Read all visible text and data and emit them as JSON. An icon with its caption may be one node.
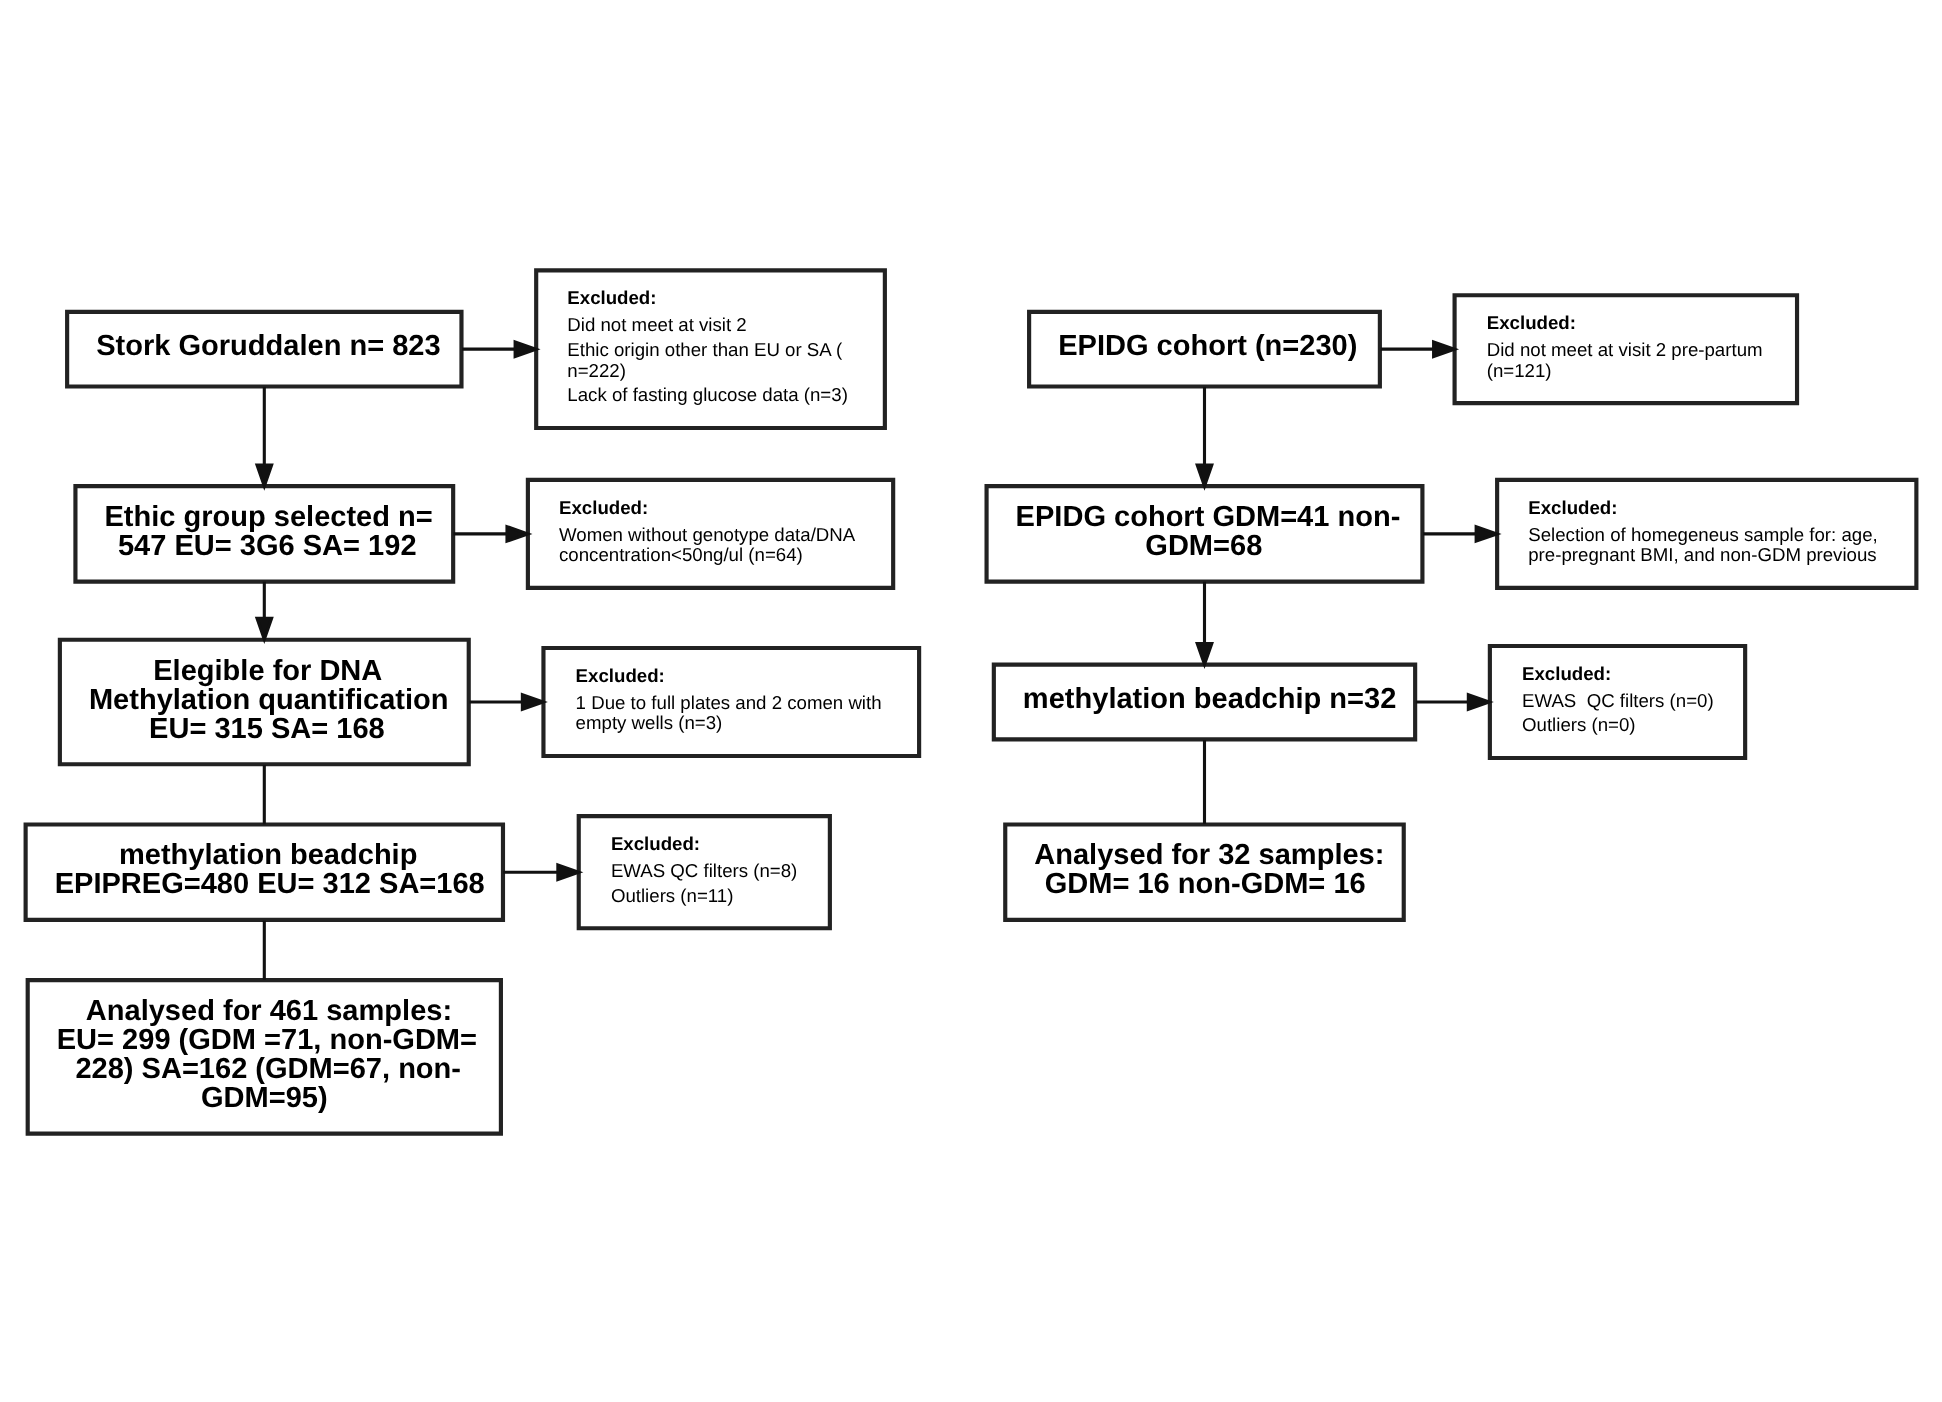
{
  "diagram": {
    "nodes": [
      {
        "text": [
          "Stork Goruddalen n= 823"
        ]
      },
      {
        "text": [
          "Excluded:",
          "Did not meet at visit 2",
          "Ethic origin other than EU or SA ( n=222)",
          "Lack of fasting glucose data (n=3)"
        ]
      },
      {
        "text": [
          "Ethic group selected n= 547 EU= 3G6 SA= 192"
        ]
      },
      {
        "text": [
          "Excluded:",
          "Women without genotype data/DNA concentration<50ng/ul (n=64)"
        ]
      },
      {
        "text": [
          "Elegible for DNA Methylation quantification EU= 315 SA= 168"
        ]
      },
      {
        "text": [
          "Excluded:",
          "1 Due to full plates and 2 comen with empty wells (n=3)"
        ]
      },
      {
        "text": [
          "methylation beadchip EPIPREG=480 EU= 312 SA=168"
        ]
      },
      {
        "text": [
          "Excluded:",
          "EWAS QC filters (n=8)",
          "Outliers (n=11)"
        ]
      },
      {
        "text": [
          "Analysed for 461 samples: EU= 299 (GDM =71, non-GDM= 228) SA=162 (GDM=67, non-GDM=95)"
        ]
      },
      {
        "text": [
          "EPIDG cohort (n=230)"
        ]
      },
      {
        "text": [
          "Excluded:",
          "Did not meet at visit 2 pre-partum (n=121)"
        ]
      },
      {
        "text": [
          "EPIDG cohort GDM=41 non-GDM=68"
        ]
      },
      {
        "text": [
          "Excluded:",
          "Selection of homegeneus sample for: age, pre-pregnant BMI, and non-GDM previous"
        ]
      },
      {
        "text": [
          "methylation beadchip n=32"
        ]
      },
      {
        "text": [
          "Excluded:",
          "EWAS  QC filters (n=0)",
          "Outliers (n=0)"
        ]
      },
      {
        "text": [
          "Analysed for 32 samples: GDM= 16 non-GDM= 16"
        ]
      }
    ],
    "edges": [
      {
        "from": 0,
        "to": 2,
        "arrow": "to"
      },
      {
        "from": 0,
        "to": 1,
        "arrow": "to"
      },
      {
        "from": 2,
        "to": 4,
        "arrow": "to"
      },
      {
        "from": 2,
        "to": 3,
        "arrow": "to"
      },
      {
        "from": 4,
        "to": 6,
        "arrow": "none"
      },
      {
        "from": 4,
        "to": 5,
        "arrow": "to"
      },
      {
        "from": 6,
        "to": 8,
        "arrow": "none"
      },
      {
        "from": 6,
        "to": 7,
        "arrow": "to"
      },
      {
        "from": 9,
        "to": 11,
        "arrow": "to"
      },
      {
        "from": 9,
        "to": 10,
        "arrow": "to"
      },
      {
        "from": 11,
        "to": 13,
        "arrow": "to"
      },
      {
        "from": 11,
        "to": 12,
        "arrow": "to"
      },
      {
        "from": 13,
        "to": 15,
        "arrow": "none"
      },
      {
        "from": 13,
        "to": 14,
        "arrow": "to"
      }
    ]
  }
}
